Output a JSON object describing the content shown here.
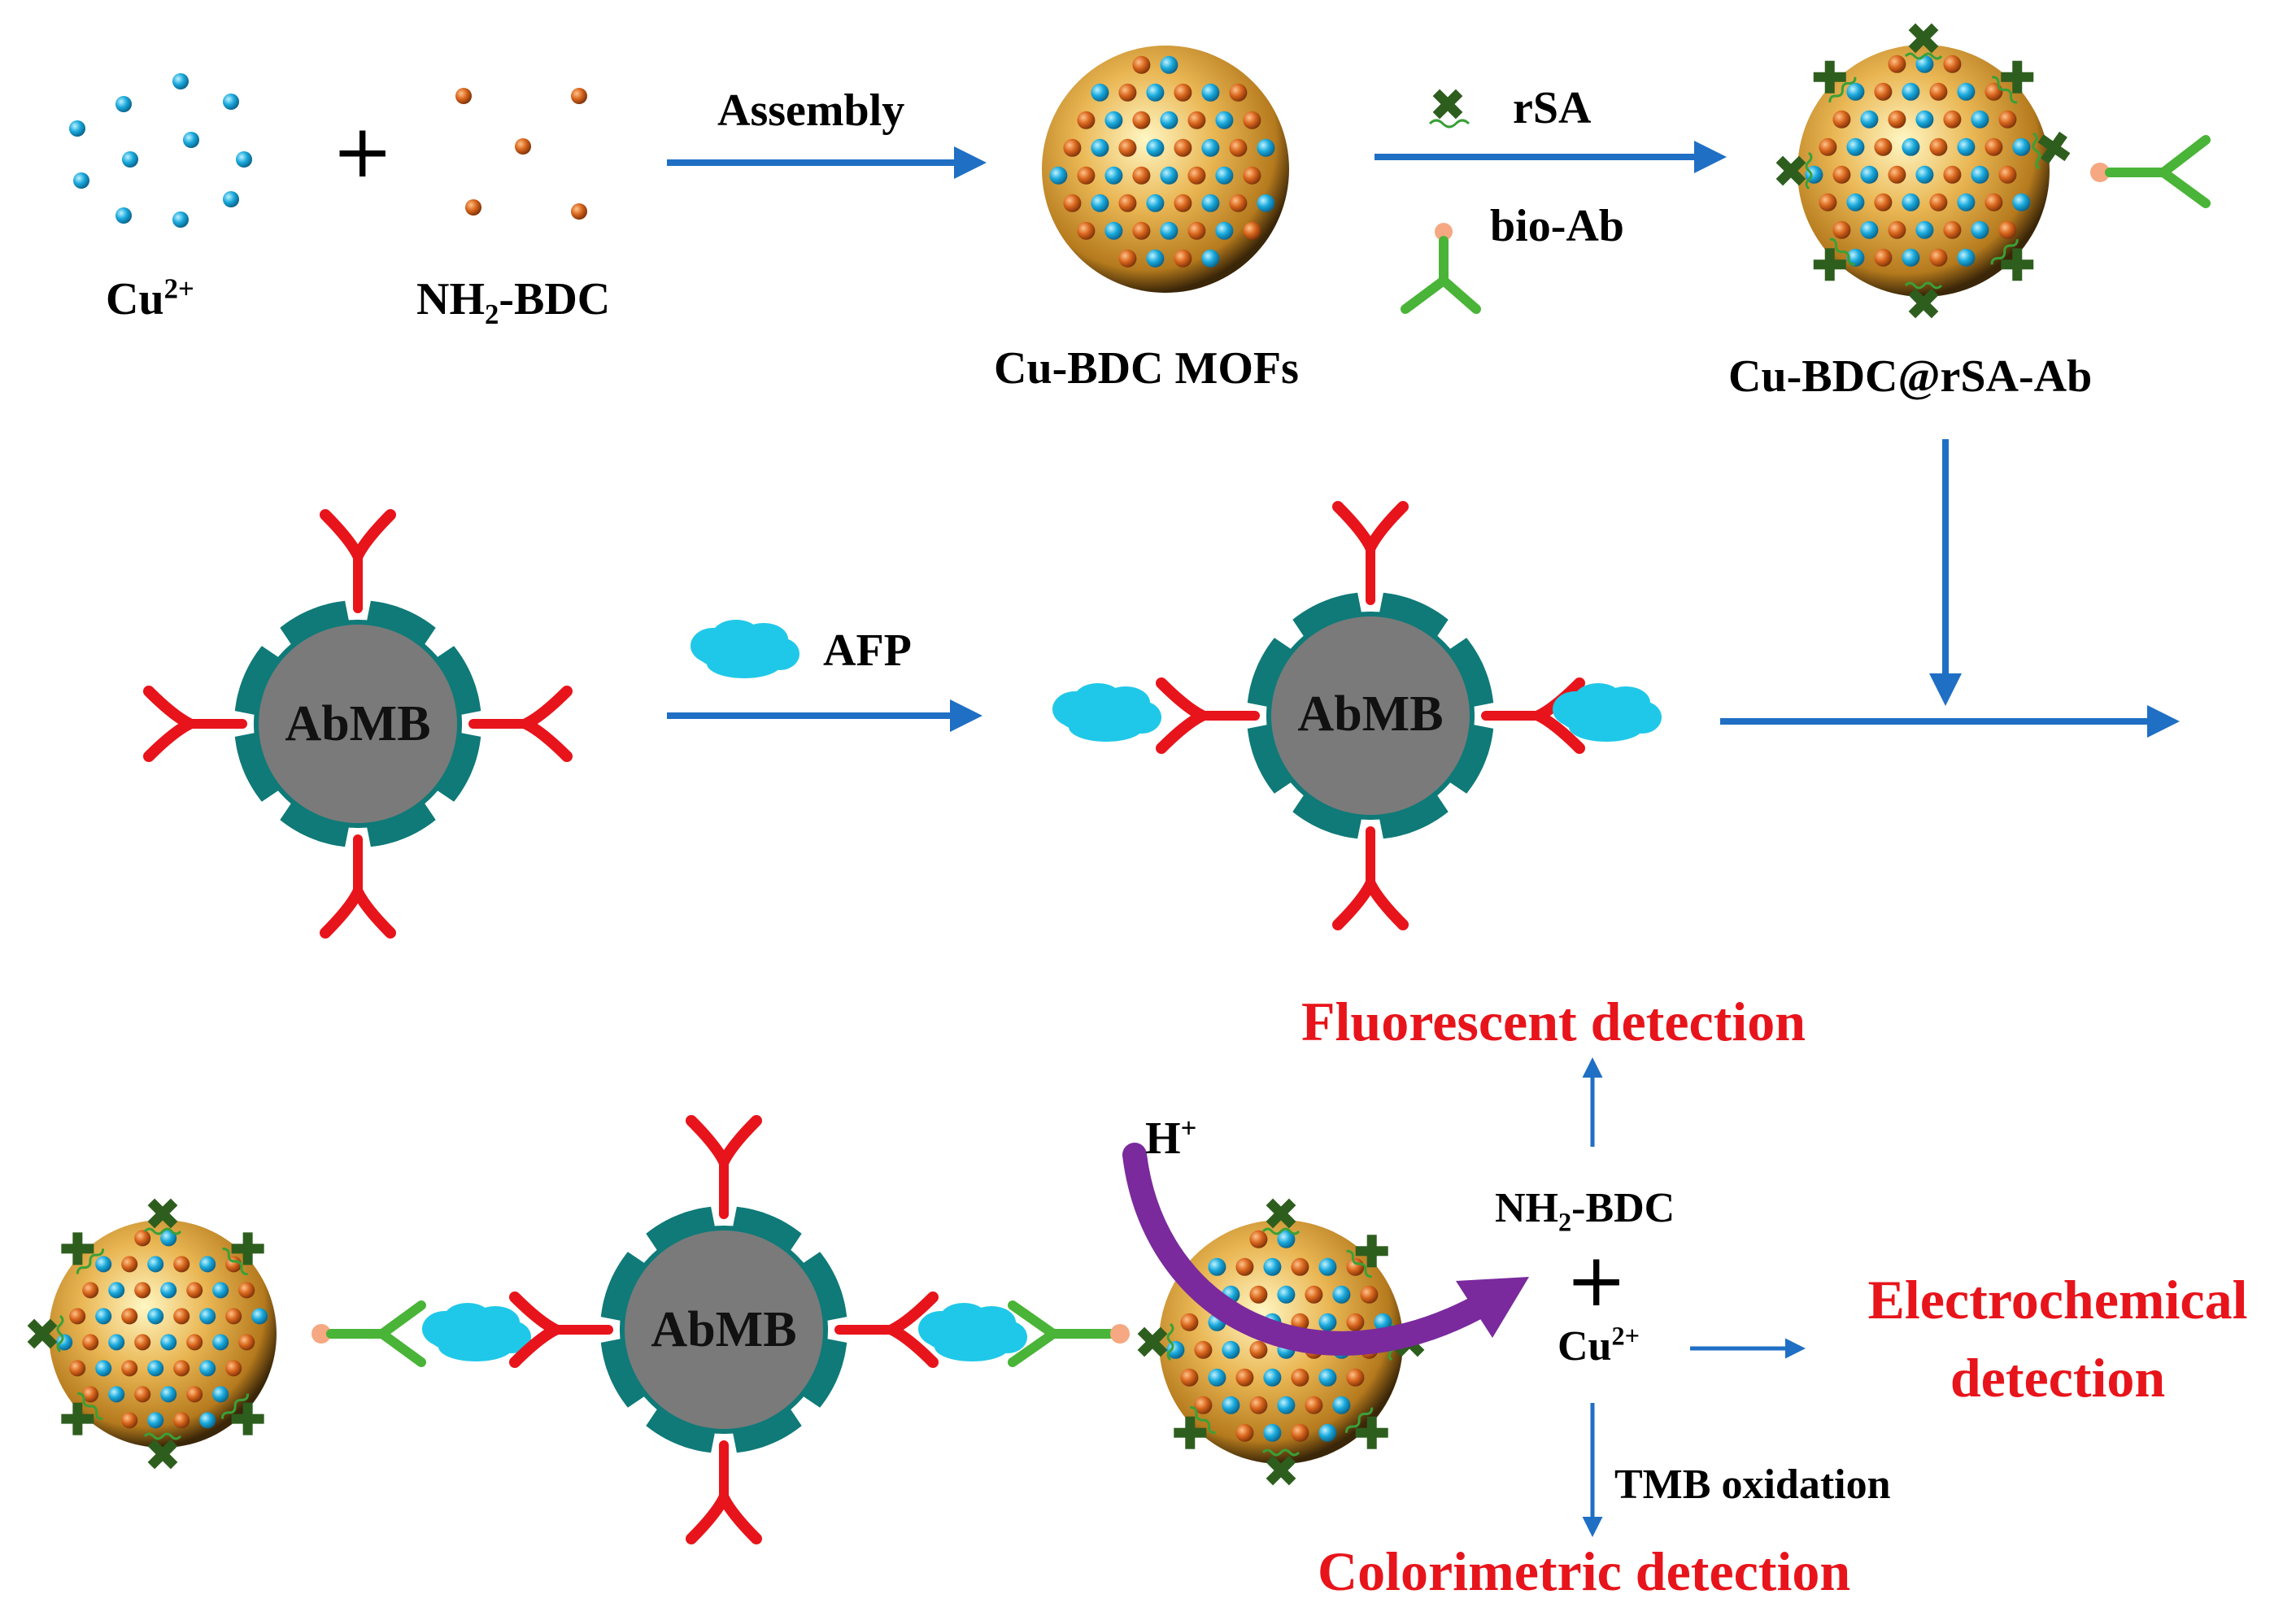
{
  "title": "",
  "reagents": {
    "copper_ion": "Cu",
    "copper_charge": "2+",
    "ligand_prefix": "NH",
    "ligand_subscript": "2",
    "ligand_suffix": "-BDC",
    "plus_sign": "+"
  },
  "steps": {
    "assembly": "Assembly",
    "rsa": "rSA",
    "bio_ab": "bio-Ab",
    "afp": "AFP",
    "tmb_oxidation": "TMB oxidation"
  },
  "products": {
    "mof": "Cu-BDC MOFs",
    "conjugate": "Cu-BDC@rSA-Ab",
    "bead_label": "AbMB"
  },
  "release": {
    "proton": "H",
    "proton_charge": "+",
    "ligand_prefix": "NH",
    "ligand_subscript": "2",
    "ligand_suffix": "-BDC",
    "plus_sign": "+",
    "copper_ion": "Cu",
    "copper_charge": "2+"
  },
  "detection": {
    "fluorescent": "Fluorescent detection",
    "electrochemical_line1": "Electrochemical",
    "electrochemical_line2": "detection",
    "colorimetric": "Colorimetric detection"
  },
  "colors": {
    "arrow": "#1f6fc4",
    "detection_text": "#e8141b",
    "bead_shell": "#0f7a78",
    "bead_core": "#7a7a7a",
    "capture_antibody": "#e8141b",
    "detection_antibody": "#49b437",
    "antigen": "#1fc8e8",
    "rsa_marker": "#2e5e1e",
    "mof_shell": "#e0a23a",
    "cu_dot": "#1ea6dc",
    "ligand_dot": "#d2631a",
    "biotin": "#f5a882",
    "proton_arrow": "#7a2a9c"
  }
}
